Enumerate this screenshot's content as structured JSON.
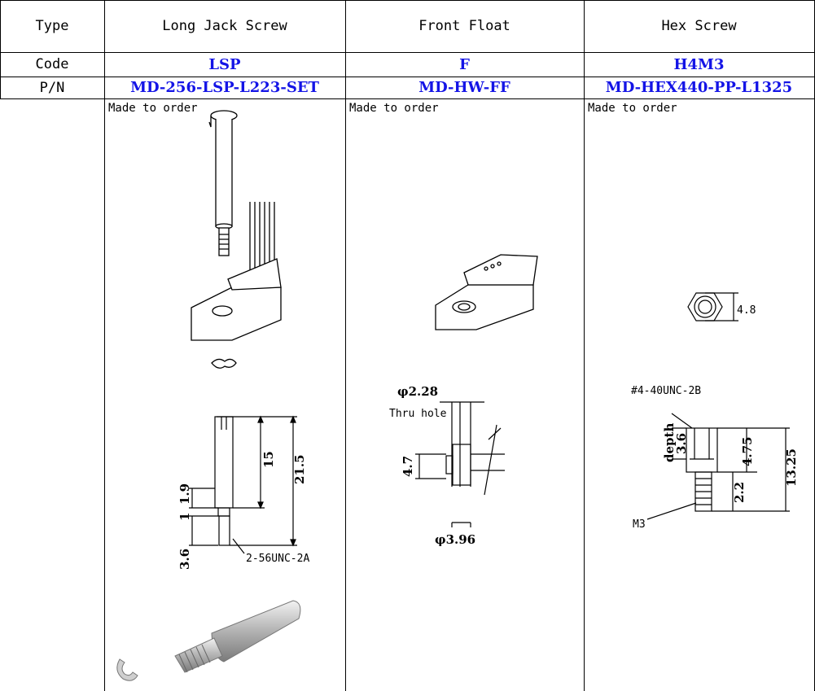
{
  "table": {
    "row_labels": {
      "type": "Type",
      "code": "Code",
      "pn": "P/N"
    },
    "columns": [
      {
        "type": "Long Jack Screw",
        "code": "LSP",
        "pn": "MD-256-LSP-L223-SET",
        "note": "Made to order"
      },
      {
        "type": "Front Float",
        "code": "F",
        "pn": "MD-HW-FF",
        "note": "Made to order"
      },
      {
        "type": "Hex Screw",
        "code": "H4M3",
        "pn": "MD-HEX440-PP-L1325",
        "note": "Made to order"
      }
    ]
  },
  "drawings": {
    "long_jack": {
      "d1": "15",
      "d2": "21.5",
      "d3": "1.9",
      "d4": "1",
      "d5": "3.6",
      "thread": "2-56UNC-2A"
    },
    "front_float": {
      "d1": "φ2.28",
      "d2": "Thru hole",
      "d3": "4.7",
      "d4": "φ3.96"
    },
    "hex": {
      "d1": "4.8",
      "thread": "#4-40UNC-2B",
      "depth": "depth",
      "d2": "3.6",
      "d3": "4.75",
      "d4": "13.25",
      "d5": "2.2",
      "d6": "M3"
    }
  },
  "colors": {
    "code_text": "#1414e6",
    "border": "#000000"
  }
}
